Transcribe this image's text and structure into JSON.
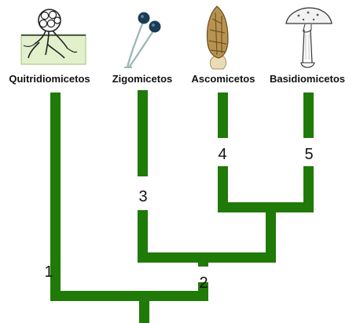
{
  "colors": {
    "branch": "#1f7a08",
    "label": "#111111"
  },
  "taxa": [
    {
      "name": "Quitridiomicetos",
      "icon": "chytrid-icon"
    },
    {
      "name": "Zigomicetos",
      "icon": "zygomycete-sporangia-icon"
    },
    {
      "name": "Ascomicetos",
      "icon": "morel-icon"
    },
    {
      "name": "Basidiomicetos",
      "icon": "mushroom-icon"
    }
  ],
  "nodes": [
    "1",
    "2",
    "3",
    "4",
    "5"
  ]
}
